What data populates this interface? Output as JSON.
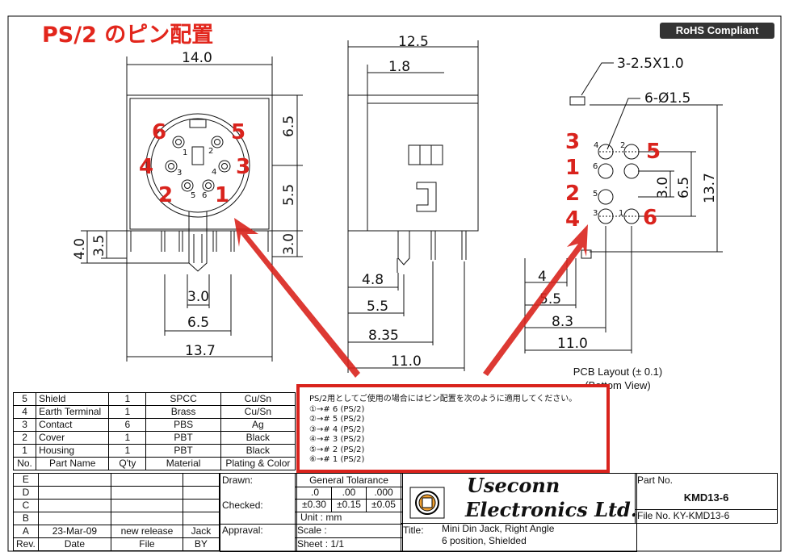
{
  "header": {
    "title": "PS/2 のピン配置",
    "rohs": "RoHS Compliant"
  },
  "front_view": {
    "dim_width": "14.0",
    "dim_6_5": "6.5",
    "dim_5_5": "5.5",
    "dim_3_0_right": "3.0",
    "dim_4_0": "4.0",
    "dim_3_5": "3.5",
    "dim_3_0_bottom": "3.0",
    "dim_6_5_bottom": "6.5",
    "dim_13_7": "13.7",
    "red_pins": [
      "6",
      "5",
      "4",
      "3",
      "2",
      "1"
    ],
    "small_pins": [
      "1",
      "2",
      "3",
      "4",
      "5",
      "6"
    ]
  },
  "side_view": {
    "dim_12_5": "12.5",
    "dim_1_8": "1.8",
    "dim_4_8": "4.8",
    "dim_5_5": "5.5",
    "dim_8_35": "8.35",
    "dim_11_0": "11.0"
  },
  "pcb_view": {
    "dim_slots": "3-2.5X1.0",
    "dim_holes": "6-Ø1.5",
    "dim_3_0": "3.0",
    "dim_6_5": "6.5",
    "dim_13_7": "13.7",
    "dim_4": "4",
    "dim_5_5": "5.5",
    "dim_8_3": "8.3",
    "dim_11_0": "11.0",
    "small_pins": [
      "4",
      "2",
      "6",
      "5",
      "3",
      "1"
    ],
    "red_left": [
      "3",
      "1",
      "2",
      "4"
    ],
    "red_right": [
      "5",
      "6"
    ],
    "caption_line1": "PCB Layout (± 0.1)",
    "caption_line2": "(Bottom View)"
  },
  "note": {
    "line0": "PS/2用としてご使用の場合にはピン配置を次のように適用してください。",
    "lines": [
      "①→# 6 (PS/2)",
      "②→# 5 (PS/2)",
      "③→# 4 (PS/2)",
      "④→# 3 (PS/2)",
      "⑤→# 2 (PS/2)",
      "⑥→# 1 (PS/2)"
    ]
  },
  "bom": {
    "rows": [
      [
        "5",
        "Shield",
        "1",
        "SPCC",
        "Cu/Sn"
      ],
      [
        "4",
        "Earth Terminal",
        "1",
        "Brass",
        "Cu/Sn"
      ],
      [
        "3",
        "Contact",
        "6",
        "PBS",
        "Ag"
      ],
      [
        "2",
        "Cover",
        "1",
        "PBT",
        "Black"
      ],
      [
        "1",
        "Housing",
        "1",
        "PBT",
        "Black"
      ]
    ],
    "header": [
      "No.",
      "Part Name",
      "Q'ty",
      "Material",
      "Plating & Color"
    ]
  },
  "revisions": {
    "rows": [
      [
        "E",
        "",
        "",
        ""
      ],
      [
        "D",
        "",
        "",
        ""
      ],
      [
        "C",
        "",
        "",
        ""
      ],
      [
        "B",
        "",
        "",
        ""
      ],
      [
        "A",
        "23-Mar-09",
        "new release",
        "Jack"
      ]
    ],
    "header": [
      "Rev.",
      "Date",
      "File",
      "BY"
    ]
  },
  "titleblock": {
    "drawn": "Drawn:",
    "checked": "Checked:",
    "approval": "Appraval:",
    "tol_title": "General Tolarance",
    "tol_a": [
      ".0",
      ".00",
      ".000"
    ],
    "tol_b": [
      "±0.30",
      "±0.15",
      "±0.05"
    ],
    "unit": "Unit : mm",
    "scale": "Scale :",
    "sheet": "Sheet : 1/1",
    "company1": "Useconn",
    "company2": "Electronics Ltd.",
    "title_label": "Title:",
    "title1": "Mini Din Jack, Right Angle",
    "title2": "6 position, Shielded",
    "partno_label": "Part No.",
    "partno": "KMD13-6",
    "fileno": "File No. KY-KMD13-6"
  }
}
